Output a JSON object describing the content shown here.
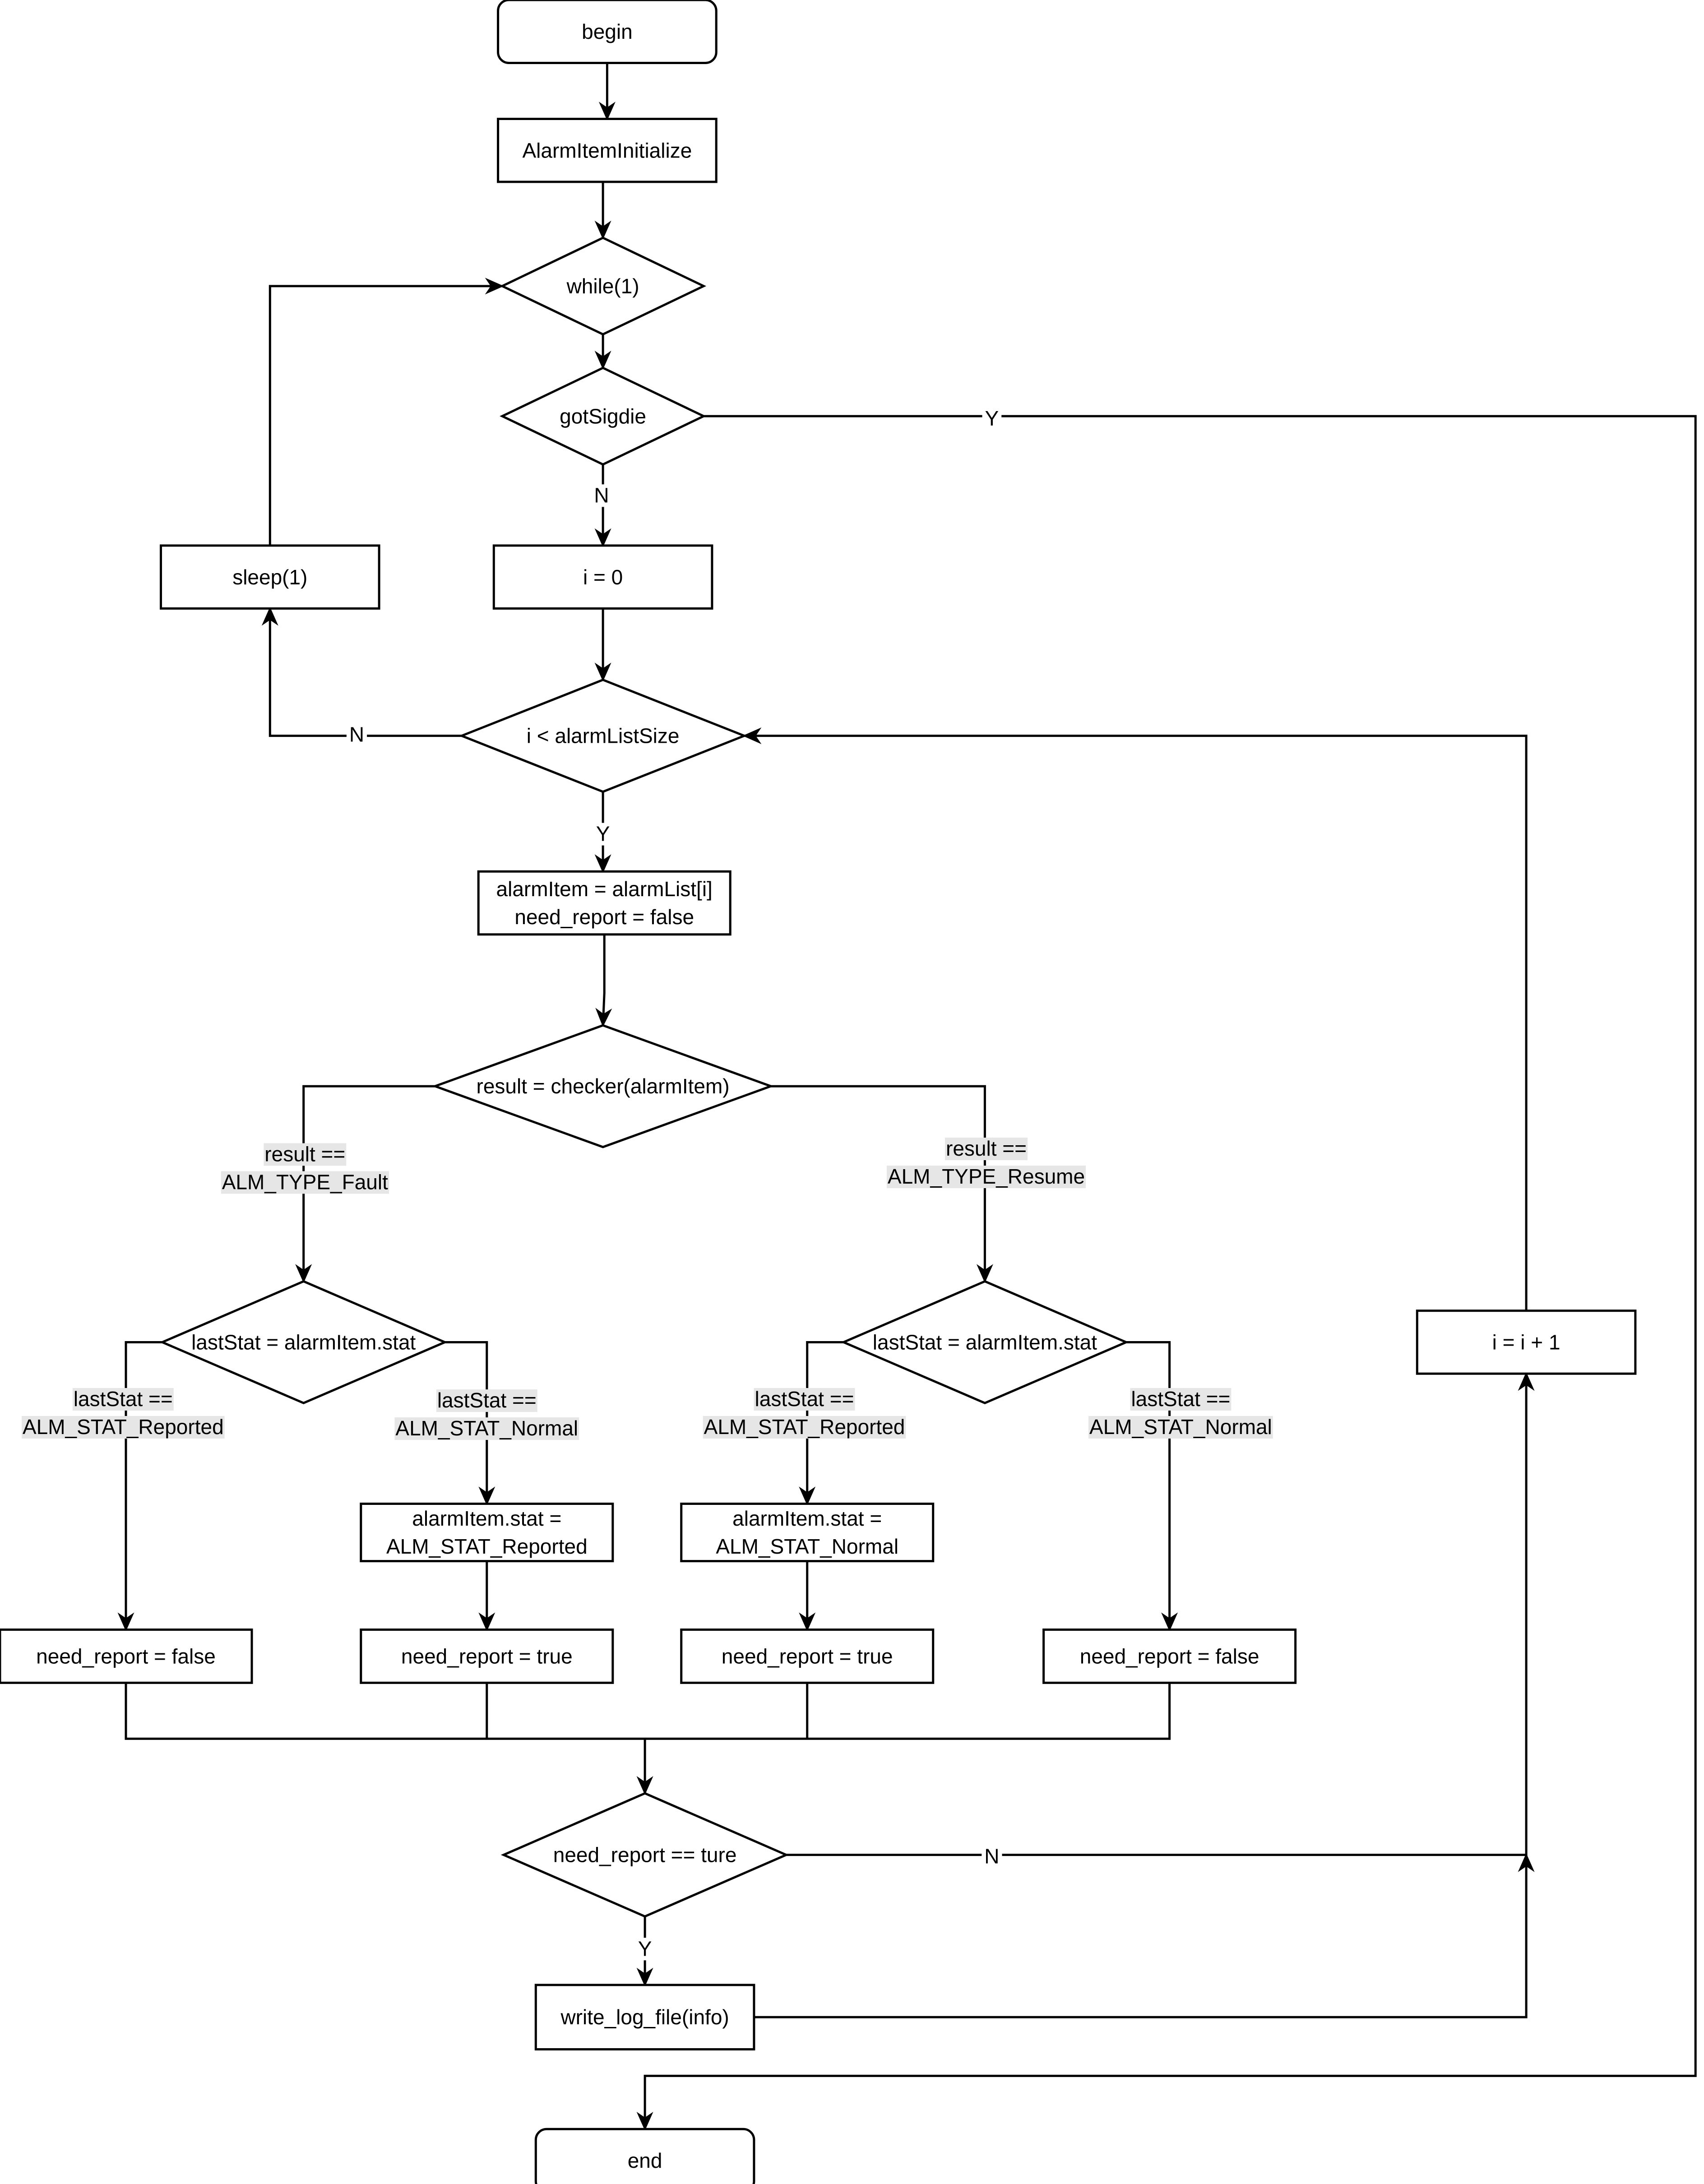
{
  "nodes": {
    "begin": {
      "text": [
        "begin"
      ]
    },
    "init": {
      "text": [
        "AlarmItemInitialize"
      ]
    },
    "while": {
      "text": [
        "while(1)"
      ]
    },
    "gotsig": {
      "text": [
        "gotSigdie"
      ]
    },
    "i0": {
      "text": [
        "i = 0"
      ]
    },
    "sleep": {
      "text": [
        "sleep(1)"
      ]
    },
    "cond_i": {
      "text": [
        "i < alarmListSize"
      ]
    },
    "assign": {
      "text": [
        "alarmItem = alarmList[i]",
        "need_report = false"
      ]
    },
    "checker": {
      "text": [
        "result = checker(alarmItem)"
      ]
    },
    "laststat_l": {
      "text": [
        "lastStat = alarmItem.stat"
      ]
    },
    "laststat_r": {
      "text": [
        "lastStat = alarmItem.stat"
      ]
    },
    "set_reported": {
      "text": [
        "alarmItem.stat =",
        "ALM_STAT_Reported"
      ]
    },
    "set_normal": {
      "text": [
        "alarmItem.stat =",
        "ALM_STAT_Normal"
      ]
    },
    "nr_false_1": {
      "text": [
        "need_report = false"
      ]
    },
    "nr_true_1": {
      "text": [
        "need_report = true"
      ]
    },
    "nr_true_2": {
      "text": [
        "need_report = true"
      ]
    },
    "nr_false_2": {
      "text": [
        "need_report = false"
      ]
    },
    "incr": {
      "text": [
        "i = i + 1"
      ]
    },
    "need_check": {
      "text": [
        "need_report == ture"
      ]
    },
    "write_log": {
      "text": [
        "write_log_file(info)"
      ]
    },
    "end": {
      "text": [
        "end"
      ]
    }
  },
  "edge_labels": {
    "gotsig_yes": [
      "Y"
    ],
    "gotsig_no": [
      "N"
    ],
    "cond_no": [
      "N"
    ],
    "cond_yes": [
      "Y"
    ],
    "result_fault": [
      "result ==",
      "ALM_TYPE_Fault"
    ],
    "result_resume": [
      "result ==",
      "ALM_TYPE_Resume"
    ],
    "l_reported": [
      "lastStat ==",
      "ALM_STAT_Reported"
    ],
    "l_normal": [
      "lastStat ==",
      "ALM_STAT_Normal"
    ],
    "r_reported": [
      "lastStat ==",
      "ALM_STAT_Reported"
    ],
    "r_normal": [
      "lastStat ==",
      "ALM_STAT_Normal"
    ],
    "need_no": [
      "N"
    ],
    "need_yes": [
      "Y"
    ]
  }
}
